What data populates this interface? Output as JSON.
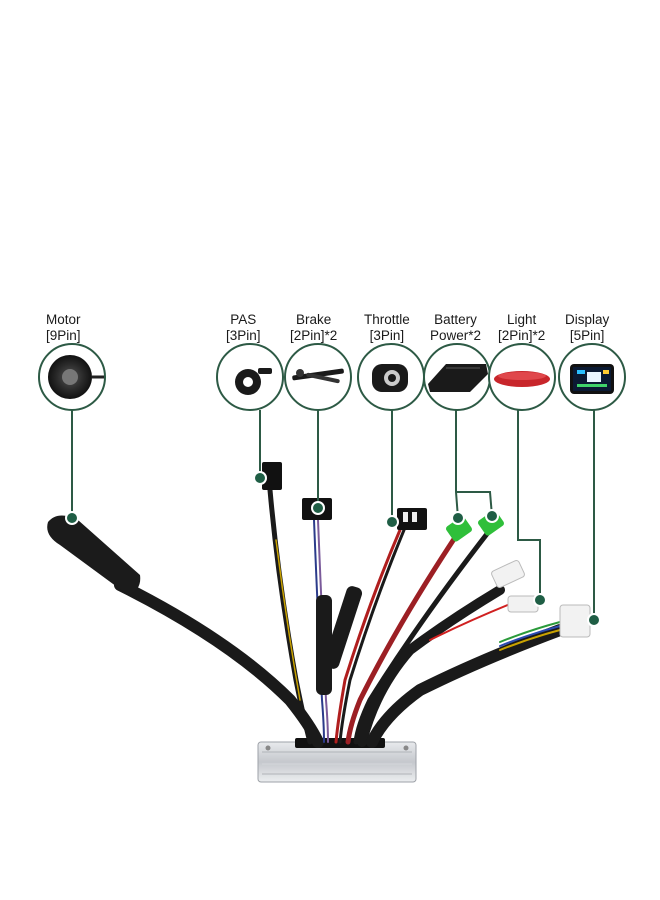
{
  "connectors": [
    {
      "id": "motor",
      "name": "Motor",
      "pins": "[9Pin]",
      "icon": "hub-motor-icon"
    },
    {
      "id": "pas",
      "name": "PAS",
      "pins": "[3Pin]",
      "icon": "pas-sensor-icon"
    },
    {
      "id": "brake",
      "name": "Brake",
      "pins": "[2Pin]*2",
      "icon": "brake-lever-icon"
    },
    {
      "id": "throttle",
      "name": "Throttle",
      "pins": "[3Pin]",
      "icon": "thumb-throttle-icon"
    },
    {
      "id": "battery",
      "name": "Battery",
      "pins": "Power*2",
      "icon": "battery-icon"
    },
    {
      "id": "light",
      "name": "Light",
      "pins": "[2Pin]*2",
      "icon": "light-icon"
    },
    {
      "id": "display",
      "name": "Display",
      "pins": "[5Pin]",
      "icon": "lcd-display-icon"
    }
  ],
  "colors": {
    "accent": "#1f5e45",
    "circle_border": "#2d5a45",
    "cable": "#1a1a1a",
    "controller": "#c8cbd0"
  }
}
